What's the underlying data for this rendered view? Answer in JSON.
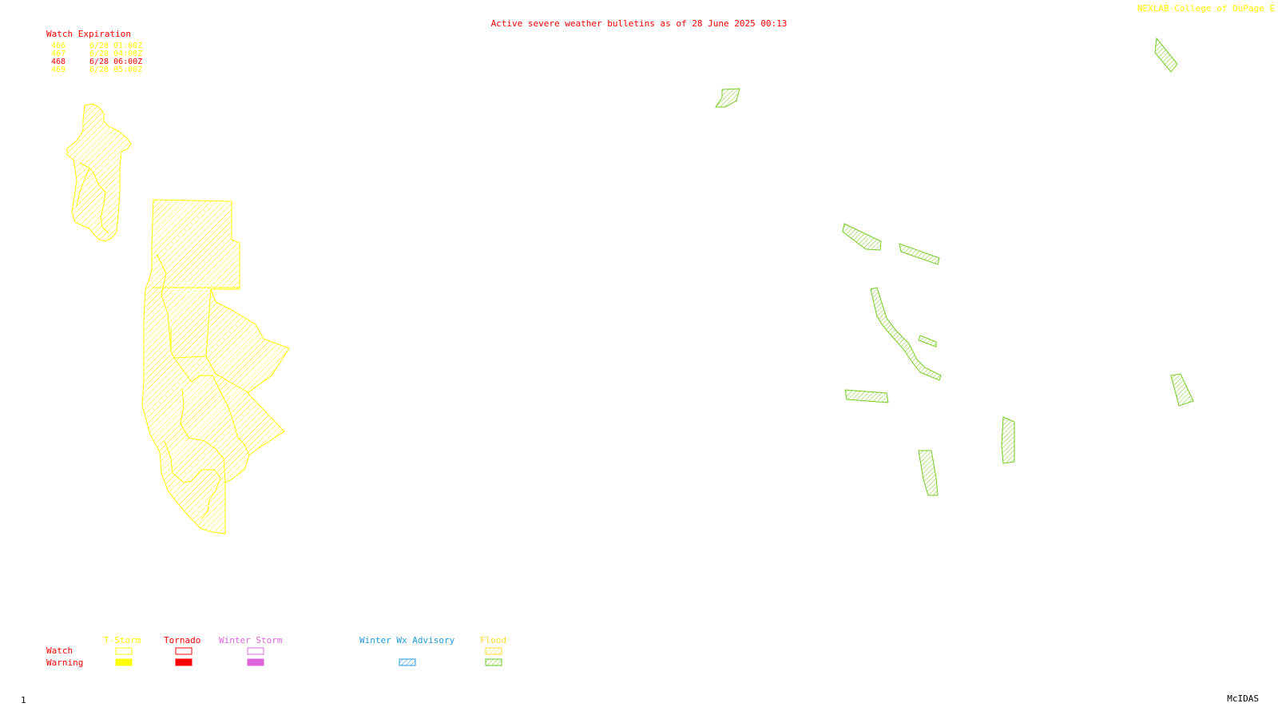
{
  "header": {
    "title": "Active severe weather bulletins as of 28 June 2025 00:13",
    "credit": "NEXLAB-College of DuPage E"
  },
  "watch_expiration": {
    "heading": "Watch Expiration",
    "rows": [
      {
        "number": "466",
        "expires": "6/28 01:00Z",
        "color": "#ffff00"
      },
      {
        "number": "467",
        "expires": "6/28 04:00Z",
        "color": "#ffff00"
      },
      {
        "number": "468",
        "expires": "6/28 06:00Z",
        "color": "#ff0000"
      },
      {
        "number": "469",
        "expires": "6/28 05:00Z",
        "color": "#ffff00"
      }
    ]
  },
  "legend": {
    "row_watch": "Watch",
    "row_warning": "Warning",
    "categories": [
      {
        "label": "T-Storm",
        "color": "#ffff00"
      },
      {
        "label": "Tornado",
        "color": "#ff0000"
      },
      {
        "label": "Winter Storm",
        "color": "#dd66dd"
      },
      {
        "label": "Winter Wx Advisory",
        "color": "#2299dd"
      },
      {
        "label": "Flood",
        "color": "#ffdd33",
        "warning_color": "#66cc22"
      }
    ]
  },
  "footer": {
    "frame": "1",
    "software": "McIDAS"
  },
  "colors": {
    "tstorm_watch": "#ffff00",
    "flood_warning": "#77cc22",
    "title_red": "#ff0000"
  }
}
